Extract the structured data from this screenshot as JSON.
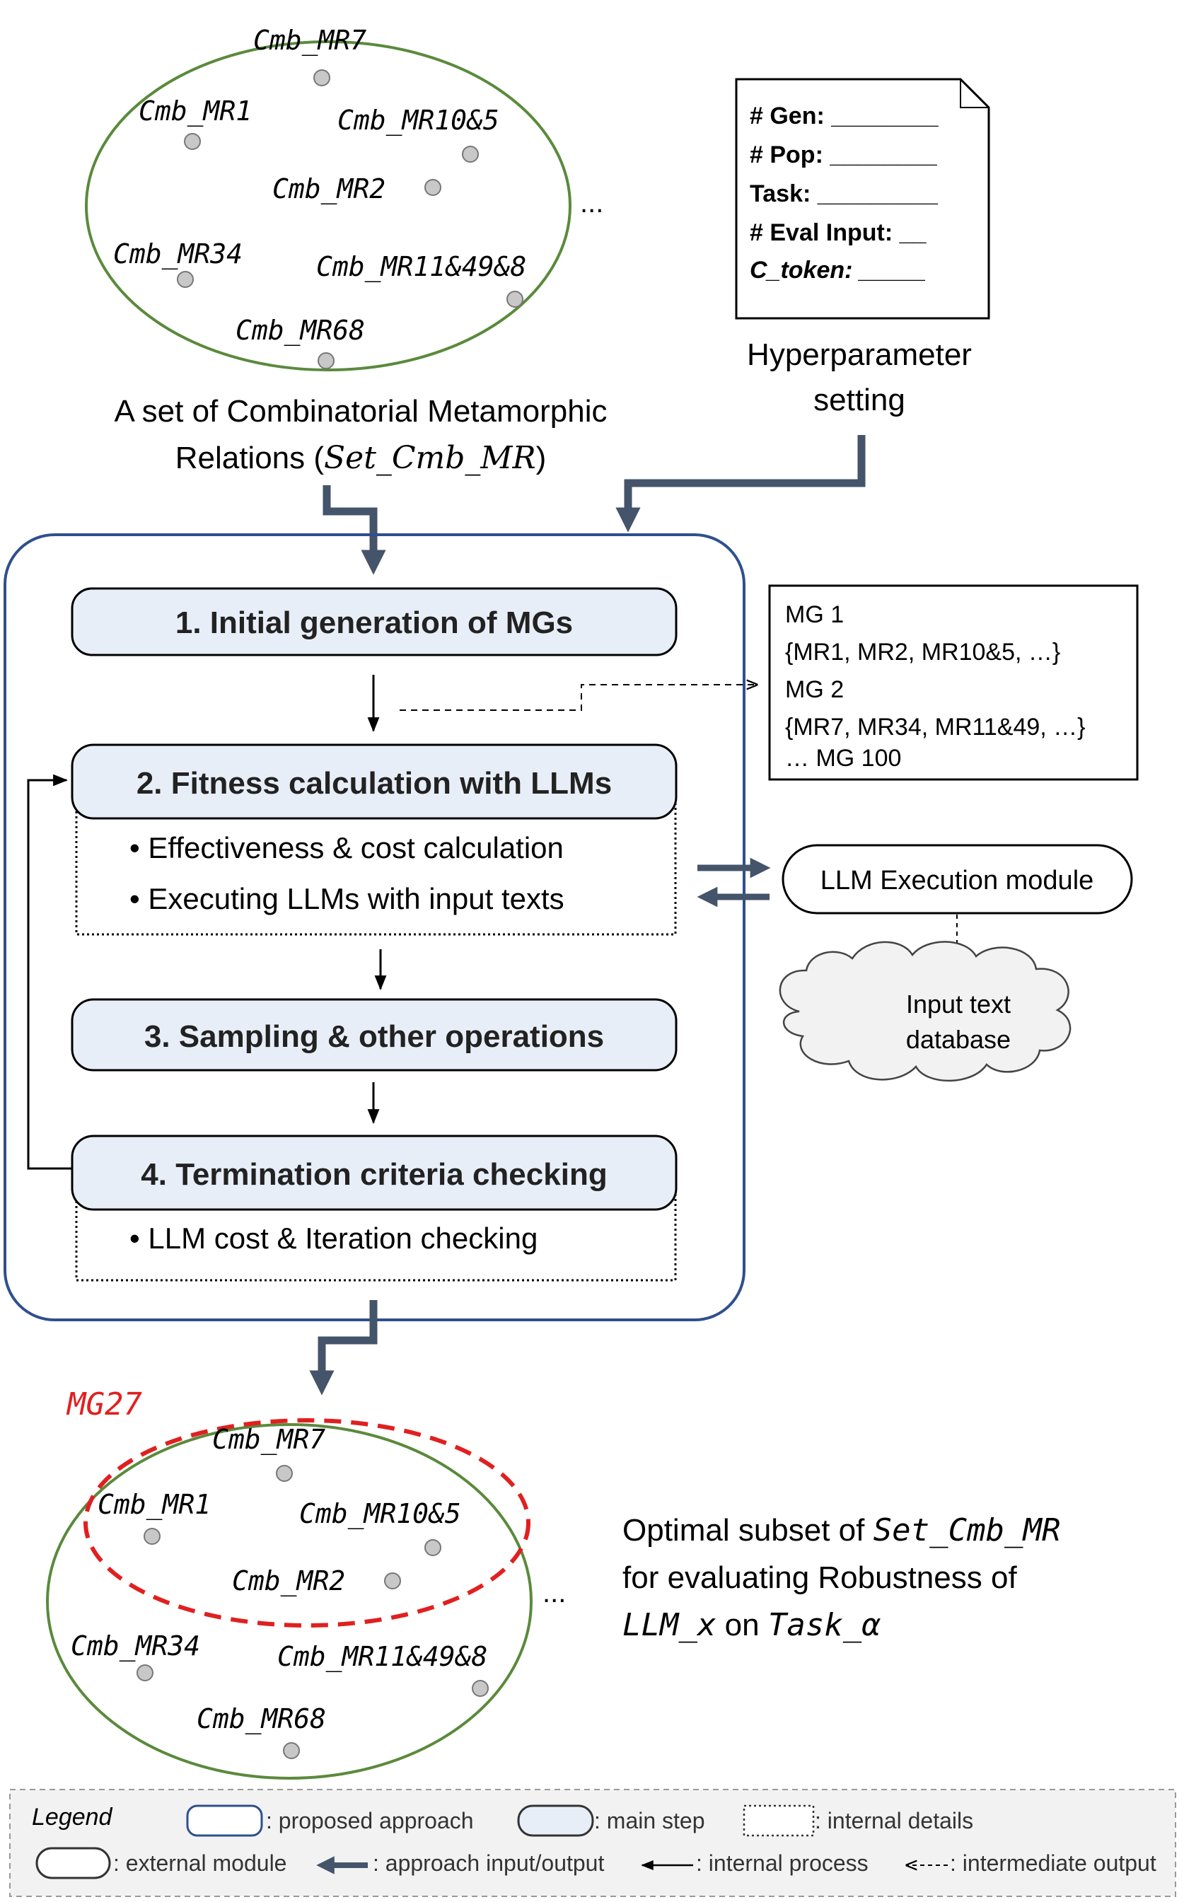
{
  "top_set": {
    "items": [
      "Cmb_MR7",
      "Cmb_MR1",
      "Cmb_MR10&5",
      "Cmb_MR2",
      "Cmb_MR34",
      "Cmb_MR11&49&8",
      "Cmb_MR68"
    ],
    "ellipsis": "...",
    "caption_line1": "A set of Combinatorial Metamorphic",
    "caption_line2_pre": "Relations  (",
    "caption_line2_var": "Set_Cmb_MR",
    "caption_line2_post": ")"
  },
  "hyperparameters": {
    "lines": [
      "# Gen: ________",
      "# Pop: ________",
      "Task: _________",
      "# Eval Input: __",
      "C_token: _____"
    ],
    "caption_line1": "Hyperparameter",
    "caption_line2": "setting"
  },
  "steps": {
    "step1": "1. Initial generation of MGs",
    "step2": "2. Fitness calculation with LLMs",
    "step2_details": [
      "• Effectiveness & cost calculation",
      "• Executing LLMs with input texts"
    ],
    "step3": "3. Sampling & other operations",
    "step4": "4. Termination criteria checking",
    "step4_details": [
      "• LLM cost & Iteration checking"
    ]
  },
  "mg_output": {
    "lines": [
      "MG 1",
      "{MR1, MR2, MR10&5, …}",
      "MG 2",
      "{MR7, MR34, MR11&49, …}",
      "… MG 100"
    ]
  },
  "llm_module": {
    "label": "LLM Execution module",
    "database_line1": "Input text",
    "database_line2": "database"
  },
  "bottom_set": {
    "group_label": "MG27",
    "items": [
      "Cmb_MR7",
      "Cmb_MR1",
      "Cmb_MR10&5",
      "Cmb_MR2",
      "Cmb_MR34",
      "Cmb_MR11&49&8",
      "Cmb_MR68"
    ],
    "ellipsis": "...",
    "caption_line1_pre": "Optimal subset of ",
    "caption_line1_var": "Set_Cmb_MR",
    "caption_line2": "for evaluating Robustness of",
    "caption_line3_var1": "LLM_x",
    "caption_line3_mid": " on ",
    "caption_line3_var2": "Task_α"
  },
  "legend": {
    "title": "Legend",
    "proposed": ": proposed approach",
    "main_step": ": main step",
    "internal_details": ": internal details",
    "external": ": external module",
    "approach_io": ": approach input/output",
    "internal_process": ": internal process",
    "intermediate": ": intermediate output"
  },
  "colors": {
    "ellipse_green": "#5a8a3c",
    "process_border": "#2f4f8f",
    "step_fill": "#e8eef8",
    "flow_arrow": "#44546a",
    "highlight_red": "#e02020"
  }
}
